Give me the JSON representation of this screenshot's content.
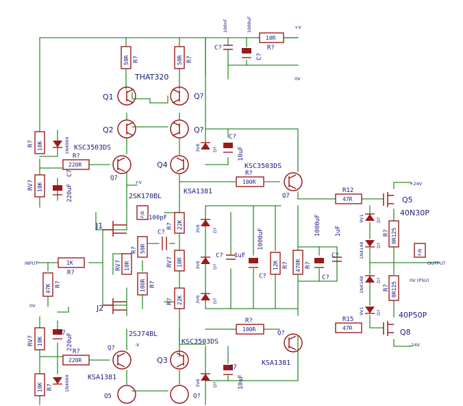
{
  "chip_label": "THAT320",
  "supply": {
    "plus": "+V",
    "zero": "0V",
    "plus_small": "+V",
    "minus_small": "-V",
    "p24": "+24V",
    "zero_psu": "0V (PSU)",
    "m24": "-24V"
  },
  "io": {
    "input": "INPUT",
    "zero": "0V",
    "output": "OUTPUT",
    "fb_top": "F/B",
    "fb_right": "F/B"
  },
  "resistors": [
    {
      "ref": "R?",
      "val": "50R"
    },
    {
      "ref": "R?",
      "val": "50R"
    },
    {
      "ref": "R?",
      "val": "10R"
    },
    {
      "ref": "R?",
      "val": "10K"
    },
    {
      "ref": "R?",
      "val": "220R"
    },
    {
      "ref": "RV?",
      "val": "10K"
    },
    {
      "ref": "R?",
      "val": "100R"
    },
    {
      "ref": "R?",
      "val": "22K"
    },
    {
      "ref": "R?",
      "val": "50R"
    },
    {
      "ref": "RV?",
      "val": "10R"
    },
    {
      "ref": "RV?",
      "val": "10R"
    },
    {
      "ref": "R?",
      "val": "100R"
    },
    {
      "ref": "R?",
      "val": "22K"
    },
    {
      "ref": "R?",
      "val": "12K"
    },
    {
      "ref": "R?",
      "val": "470R"
    },
    {
      "ref": "R12",
      "val": "47R"
    },
    {
      "ref": "R?",
      "val": "0R125"
    },
    {
      "ref": "R?",
      "val": "0R125"
    },
    {
      "ref": "R15",
      "val": "47R"
    },
    {
      "ref": "R?",
      "val": "1K"
    },
    {
      "ref": "R?",
      "val": "47K"
    },
    {
      "ref": "RV?",
      "val": "10K"
    },
    {
      "ref": "R?",
      "val": "220R"
    },
    {
      "ref": "R?",
      "val": "100R"
    },
    {
      "ref": "R?",
      "val": "10K"
    }
  ],
  "caps": [
    {
      "ref": "C?",
      "val": "100nF"
    },
    {
      "ref": "C?",
      "val": "1000uF"
    },
    {
      "ref": "C?",
      "val": "10uF"
    },
    {
      "ref": "C7",
      "val": "220uF"
    },
    {
      "ref": "C?",
      "val": "100pF"
    },
    {
      "ref": "C?",
      "val": "1uF"
    },
    {
      "ref": "C?",
      "val": "1000uF"
    },
    {
      "ref": "C?",
      "val": "1000uF"
    },
    {
      "ref": "C?",
      "val": "1uF"
    },
    {
      "ref": "C7",
      "val": "220uF"
    },
    {
      "ref": "C7",
      "val": "10uF"
    }
  ],
  "transistors": {
    "q1": "Q1",
    "q2": "Q2",
    "qq_top": "Q?",
    "qq_top2": "Q?",
    "q7_left": "Q7",
    "q4": "Q4",
    "ksc_left": "KSC3503DS",
    "ksc_right": "KSC3503DS",
    "q7_right": "Q7",
    "ksa_mid": "KSA1381",
    "j1_part": "2SK170BL",
    "j1": "J1",
    "j2": "J2",
    "j2_part": "2SJ74BL",
    "ksc_bot": "KSC3503DS",
    "q_bot_right": "Q?",
    "ksa_bot_right": "KSA1381",
    "q8": "Q8",
    "q5": "Q5",
    "mos_top": "40N30P",
    "mos_bot": "40P50P",
    "q_left_bot": "Q?",
    "ksa_left_bot": "KSA1381",
    "q5_bot": "Q5",
    "q3": "Q3",
    "q_bot2": "Q?"
  },
  "diodes": {
    "d_part": "1N4004",
    "z3v6": "3V6",
    "z9v1": "9V1",
    "sig": "1N4148",
    "d_ref": "D?"
  }
}
